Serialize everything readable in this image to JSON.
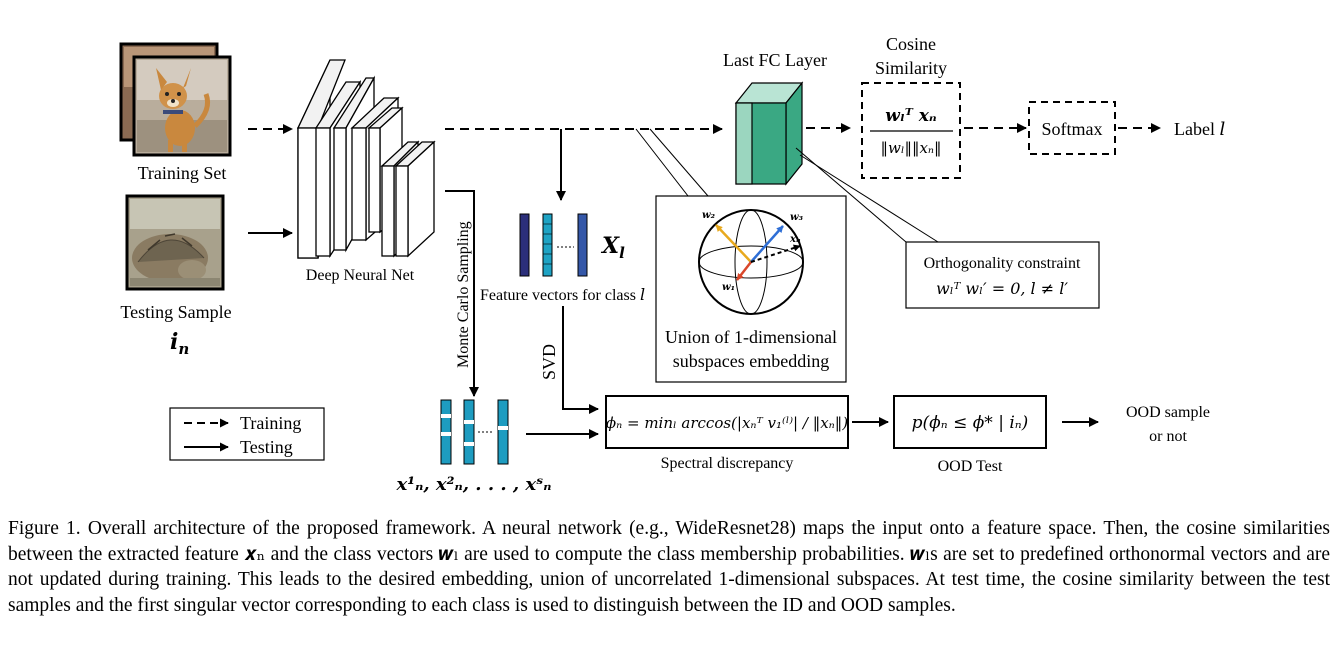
{
  "diagram": {
    "training_set": "Training Set",
    "testing_sample": "Testing Sample",
    "testing_sample_var": "i",
    "testing_sample_sub": "n",
    "deep_neural_net": "Deep Neural Net",
    "last_fc_layer": "Last FC Layer",
    "cosine_line1": "Cosine",
    "cosine_line2": "Similarity",
    "softmax": "Softmax",
    "label_output": "Label ",
    "label_var": "l",
    "feature_vectors_caption": "Feature vectors for class ",
    "feature_vectors_var": "l",
    "X_label": "X",
    "X_sub": "l",
    "monte_carlo": "Monte Carlo Sampling",
    "svd": "SVD",
    "union_line1": "Union of 1-dimensional",
    "union_line2": "subspaces embedding",
    "orth_title": "Orthogonality constraint",
    "orth_formula": "wₗᵀ wₗ′ = 0, l ≠ l′",
    "spectral_discrepancy": "Spectral discrepancy",
    "ood_test": "OOD Test",
    "ood_line1": "OOD sample",
    "ood_line2": "or not",
    "legend_training": "Training",
    "legend_testing": "Testing",
    "samples_label": "x¹ₙ, x²ₙ, . . . , xˢₙ",
    "sphere_w1": "w₁",
    "sphere_w2": "w₂",
    "sphere_w3": "w₃",
    "sphere_xn": "xₙ",
    "formula_cos_num": "wₗᵀ xₙ",
    "formula_cos_den": "‖wₗ‖‖xₙ‖",
    "formula_phi": "ϕₙ = minₗ arccos(|xₙᵀ v₁⁽ˡ⁾| / ‖xₙ‖)",
    "formula_ood": "p(ϕₙ ≤ ϕ* | iₙ)"
  },
  "colors": {
    "fc_layer_green": "#3aa883",
    "feature_dark_navy": "#2b2f7a",
    "feature_cyan": "#1fa3c4",
    "feature_blue": "#3457a8",
    "sample_cyan": "#1e9cc0"
  },
  "caption": [
    "Figure 1.  Overall architecture of the proposed framework. A neural network (e.g., WideResnet28) maps the input onto a feature space. Then, the cosine similarities between the extracted feature 𝒙ₙ and the class vectors 𝒘ₗ are used to compute the class membership probabilities. 𝒘ₗs are set to predefined orthonormal vectors and are not updated during training. This leads to the desired embedding, union of uncorrelated 1-dimensional subspaces. At test time, the cosine similarity between the test samples and the first singular vector corresponding to each class is used to distinguish between the ID and OOD samples."
  ]
}
